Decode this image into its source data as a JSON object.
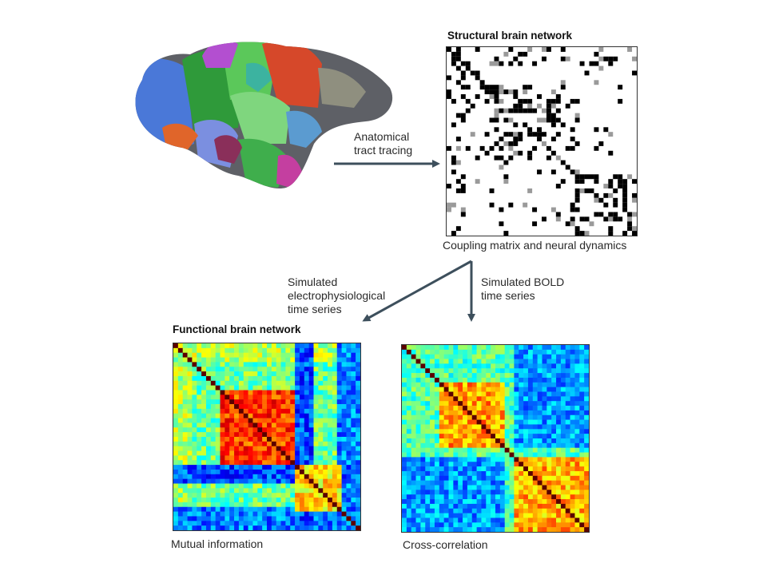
{
  "diagram": {
    "structural_title": "Structural brain network",
    "anatomical_label_line1": "Anatomical",
    "anatomical_label_line2": "tract tracing",
    "coupling_label": "Coupling matrix and neural dynamics",
    "electro_label_line1": "Simulated",
    "electro_label_line2": "electrophysiological",
    "electro_label_line3": "time series",
    "bold_label_line1": "Simulated BOLD",
    "bold_label_line2": "time series",
    "functional_title": "Functional brain network",
    "mutual_info_label": "Mutual information",
    "cross_corr_label": "Cross-correlation"
  },
  "colors": {
    "arrow": "#3d4f5c",
    "binary_on": "#000000",
    "binary_mid": "#9a9a9a"
  },
  "icons": {
    "brain": "macaque-cortex-parcellation-icon"
  }
}
